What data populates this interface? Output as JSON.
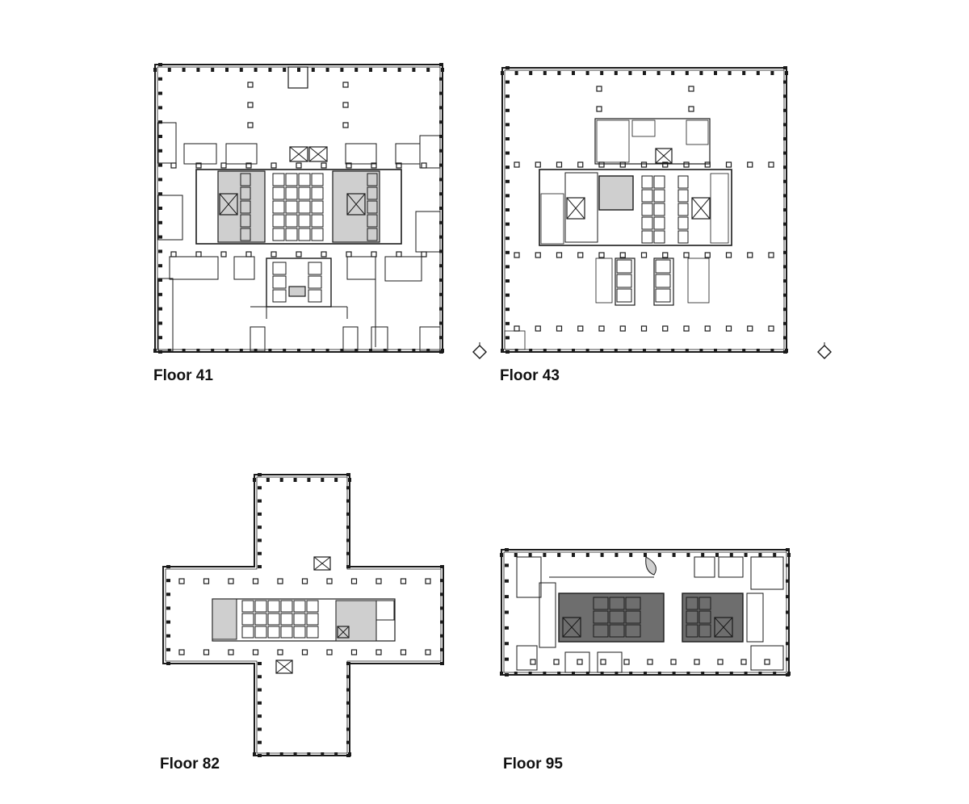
{
  "floors": [
    {
      "id": "41",
      "label": "Floor 41"
    },
    {
      "id": "43",
      "label": "Floor 43"
    },
    {
      "id": "82",
      "label": "Floor 82"
    },
    {
      "id": "95",
      "label": "Floor 95"
    }
  ],
  "colors": {
    "line": "#1a1a1a",
    "core_fill_light": "#cfcfcf",
    "core_fill_dark": "#6e6e6e",
    "background": "#ffffff"
  },
  "icons": [
    "north-arrow-icon",
    "elevator-shaft-icon"
  ]
}
